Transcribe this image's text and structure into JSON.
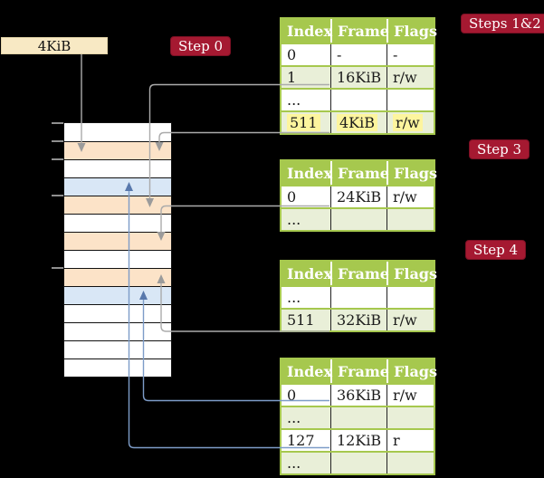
{
  "memory_box": {
    "label": "4KiB"
  },
  "step_labels": [
    {
      "text": "Step 0"
    },
    {
      "text": "Steps 1&2"
    },
    {
      "text": "Step 3"
    },
    {
      "text": "Step 4"
    }
  ],
  "tables": [
    {
      "name": "page-table-steps-1-2",
      "headers": [
        "Index",
        "Frame",
        "Flags"
      ],
      "rows": [
        {
          "cells": [
            "0",
            "-",
            "-"
          ],
          "tint": false,
          "highlight": false
        },
        {
          "cells": [
            "1",
            "16KiB",
            "r/w"
          ],
          "tint": true,
          "highlight": false
        },
        {
          "cells": [
            "...",
            "",
            ""
          ],
          "tint": false,
          "highlight": false
        },
        {
          "cells": [
            "511",
            "4KiB",
            "r/w"
          ],
          "tint": true,
          "highlight": true
        }
      ]
    },
    {
      "name": "page-table-step-3",
      "headers": [
        "Index",
        "Frame",
        "Flags"
      ],
      "rows": [
        {
          "cells": [
            "0",
            "24KiB",
            "r/w"
          ],
          "tint": false,
          "highlight": false
        },
        {
          "cells": [
            "...",
            "",
            ""
          ],
          "tint": true,
          "highlight": false
        }
      ]
    },
    {
      "name": "page-table-step-4",
      "headers": [
        "Index",
        "Frame",
        "Flags"
      ],
      "rows": [
        {
          "cells": [
            "...",
            "",
            ""
          ],
          "tint": false,
          "highlight": false
        },
        {
          "cells": [
            "511",
            "32KiB",
            "r/w"
          ],
          "tint": true,
          "highlight": false
        }
      ]
    },
    {
      "name": "page-table-leaf",
      "headers": [
        "Index",
        "Frame",
        "Flags"
      ],
      "rows": [
        {
          "cells": [
            "0",
            "36KiB",
            "r/w"
          ],
          "tint": false,
          "highlight": false
        },
        {
          "cells": [
            "...",
            "",
            ""
          ],
          "tint": true,
          "highlight": false
        },
        {
          "cells": [
            "127",
            "12KiB",
            "r"
          ],
          "tint": false,
          "highlight": false
        },
        {
          "cells": [
            "...",
            "",
            ""
          ],
          "tint": true,
          "highlight": false
        }
      ]
    }
  ],
  "memory_column": {
    "frames": [
      "white",
      "peach",
      "white",
      "blue",
      "peach",
      "white",
      "peach",
      "white",
      "peach",
      "blue",
      "white",
      "white",
      "white",
      "white"
    ]
  },
  "connectors": [
    {
      "from": "frame-size-box",
      "to": "memory-frame-4KiB",
      "color": "gray"
    },
    {
      "from": "table1-row-1-16KiB",
      "to": "memory-frame-16KiB",
      "color": "gray"
    },
    {
      "from": "table1-row-511-4KiB",
      "to": "memory-frame-4KiB",
      "color": "gray"
    },
    {
      "from": "table2-row-0-24KiB",
      "to": "memory-frame-24KiB",
      "color": "gray"
    },
    {
      "from": "table3-row-511-32KiB",
      "to": "memory-frame-32KiB",
      "color": "gray"
    },
    {
      "from": "table4-row-0-36KiB",
      "to": "memory-frame-36KiB",
      "color": "blue"
    },
    {
      "from": "table4-row-127-12KiB",
      "to": "memory-frame-12KiB",
      "color": "blue"
    }
  ],
  "colors": {
    "background": "#000000",
    "table_header": "#a6c84e",
    "table_border": "#a6c84e",
    "table_row_tint": "#e9efd8",
    "highlight": "#fdf59e",
    "label_bg": "#a51931",
    "label_text": "#ffffff",
    "box_wheat": "#f8e9c4",
    "memory_white": "#ffffff",
    "memory_peach": "#fce3c8",
    "memory_blue": "#d9e7f6",
    "connector_gray": "#ababab",
    "connector_blue": "#7d9cc8"
  }
}
